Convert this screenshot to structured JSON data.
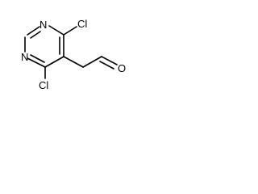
{
  "molecule": {
    "atoms": {
      "n_top": "N",
      "n_left": "N",
      "cl_top": "Cl",
      "cl_bottom": "Cl",
      "o_aldehyde": "O"
    }
  }
}
